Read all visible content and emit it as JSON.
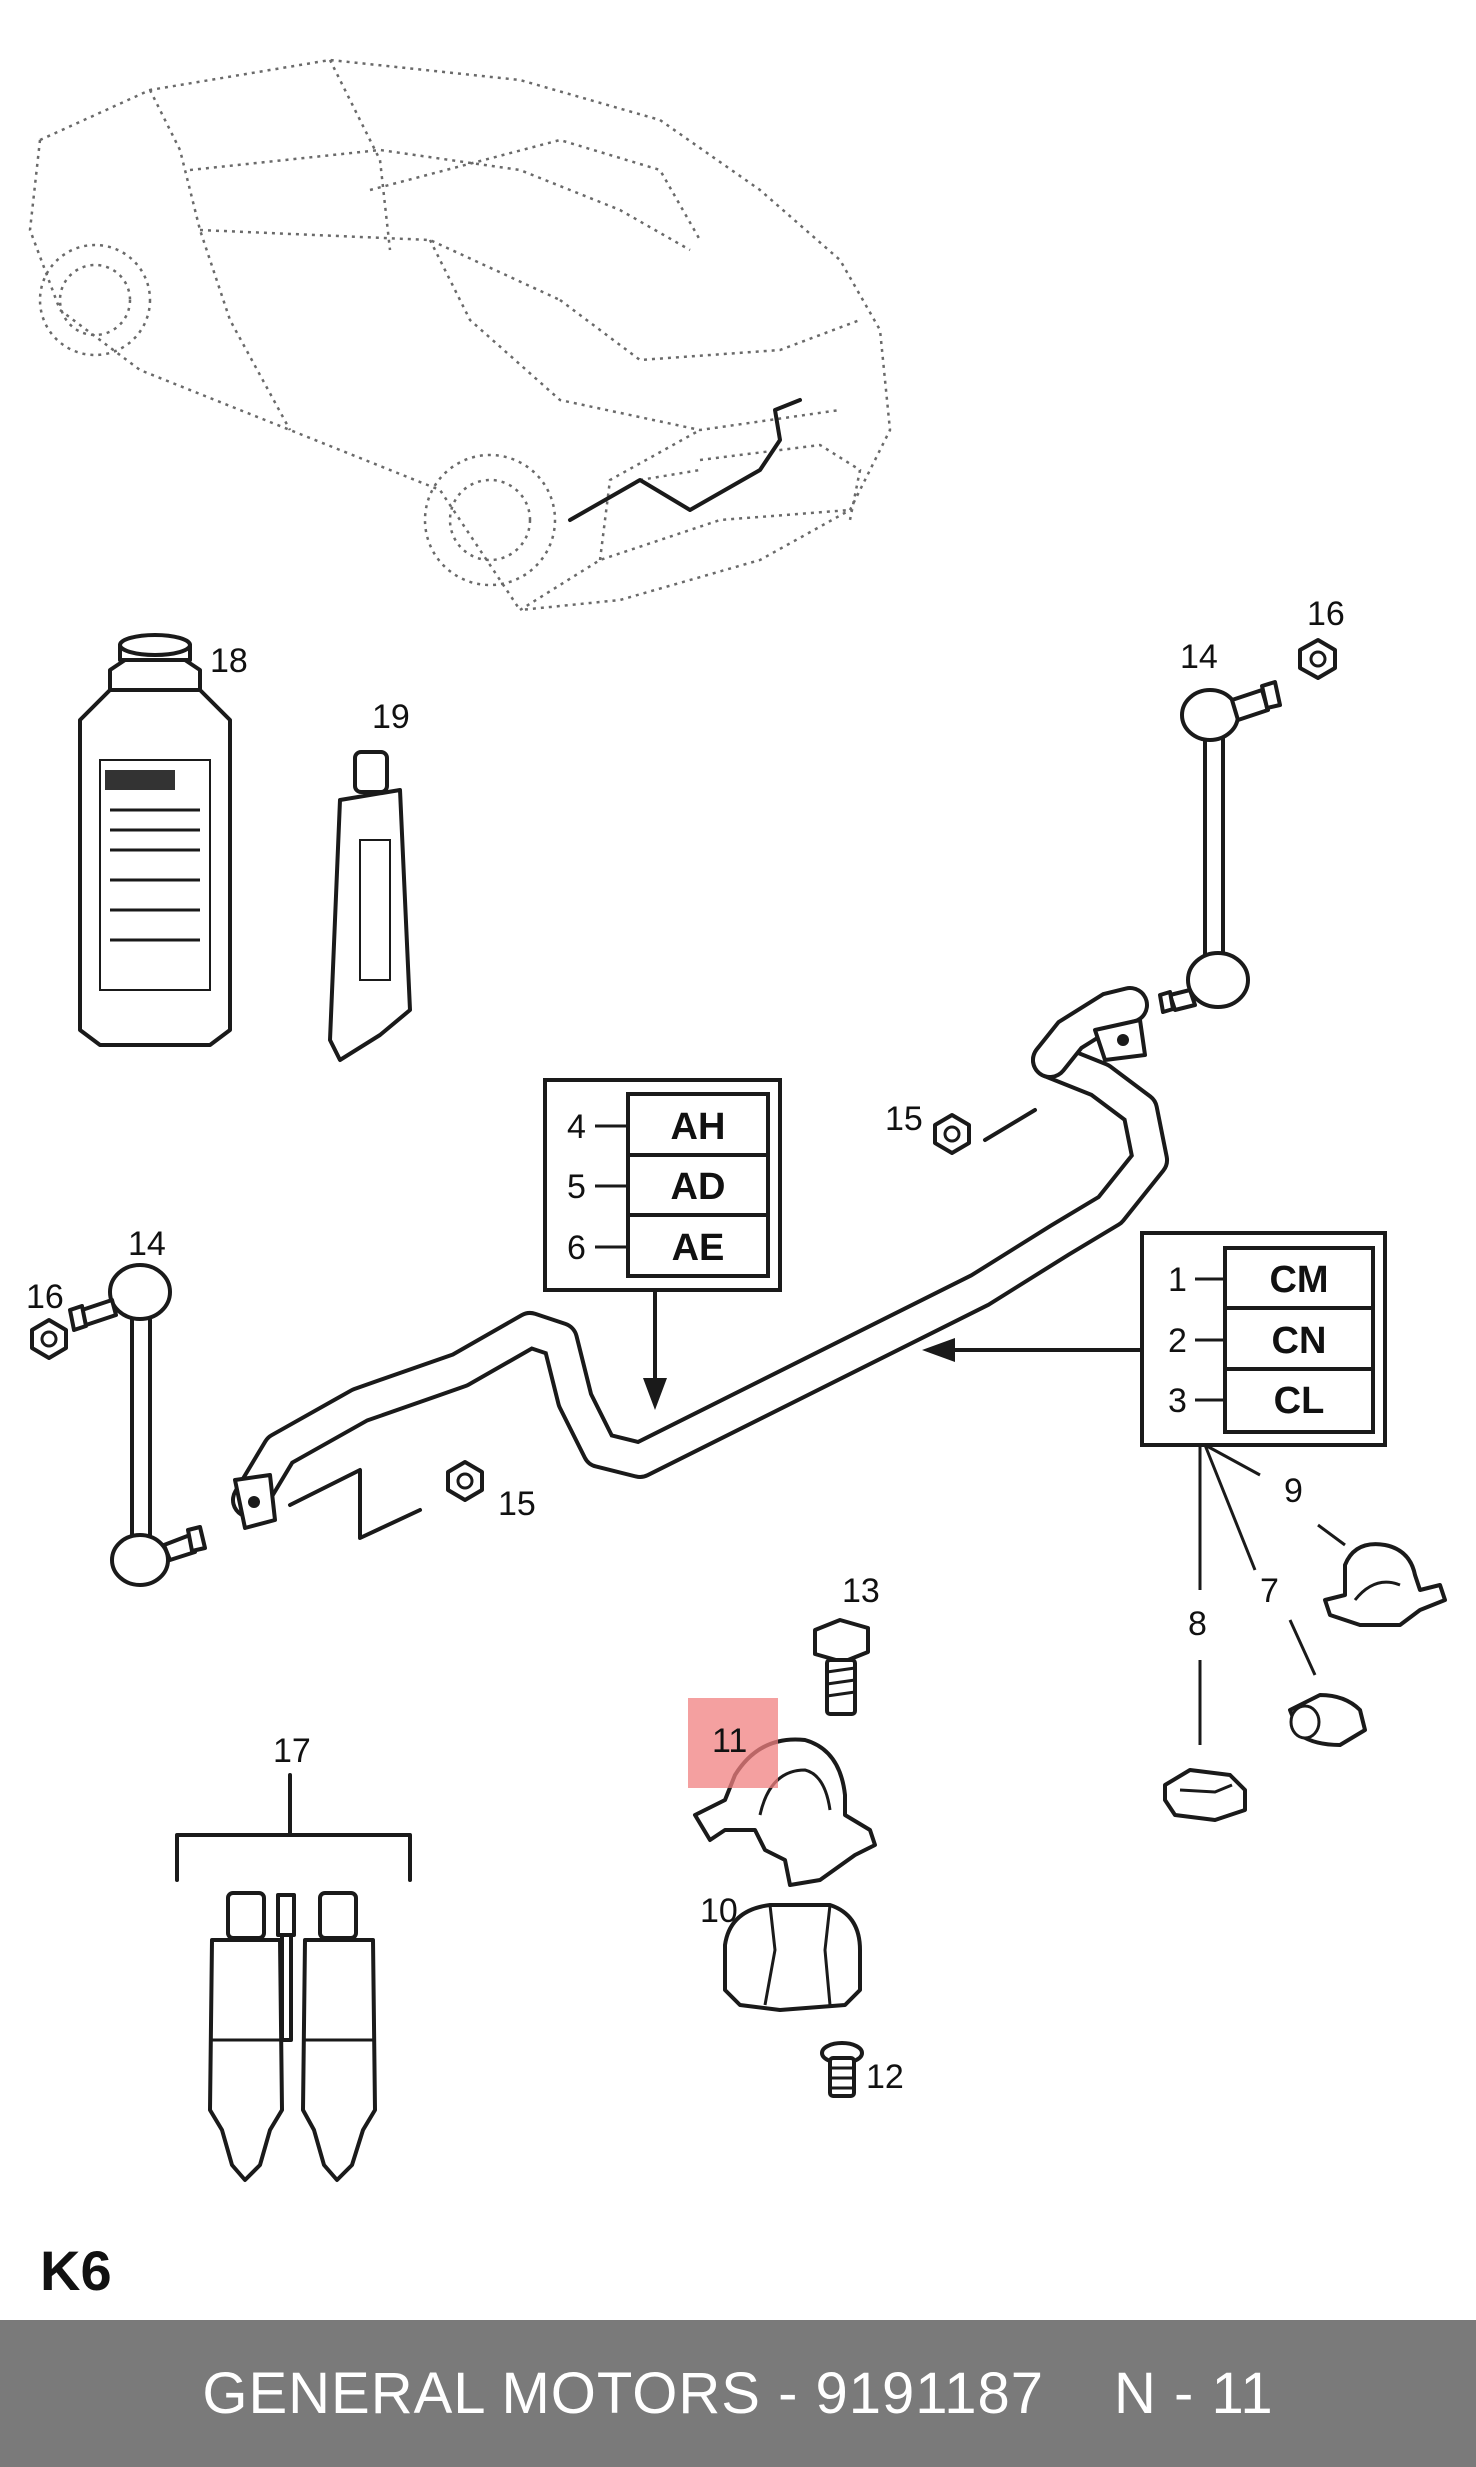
{
  "diagram": {
    "part_numbers": {
      "n1": "1",
      "n2": "2",
      "n3": "3",
      "n4": "4",
      "n5": "5",
      "n6": "6",
      "n7": "7",
      "n8": "8",
      "n9": "9",
      "n10": "10",
      "n11": "11",
      "n12": "12",
      "n13": "13",
      "n14_left": "14",
      "n14_right": "14",
      "n15_left": "15",
      "n15_right": "15",
      "n16_left": "16",
      "n16_right": "16",
      "n17": "17",
      "n18": "18",
      "n19": "19"
    },
    "codes_box_left": [
      "AH",
      "AD",
      "AE"
    ],
    "codes_box_right": [
      "CM",
      "CN",
      "CL"
    ],
    "page_code": "K6",
    "highlight_color": "#f08080"
  },
  "footer": {
    "brand_part": "GENERAL MOTORS - 9191187",
    "page": "N - 11"
  }
}
